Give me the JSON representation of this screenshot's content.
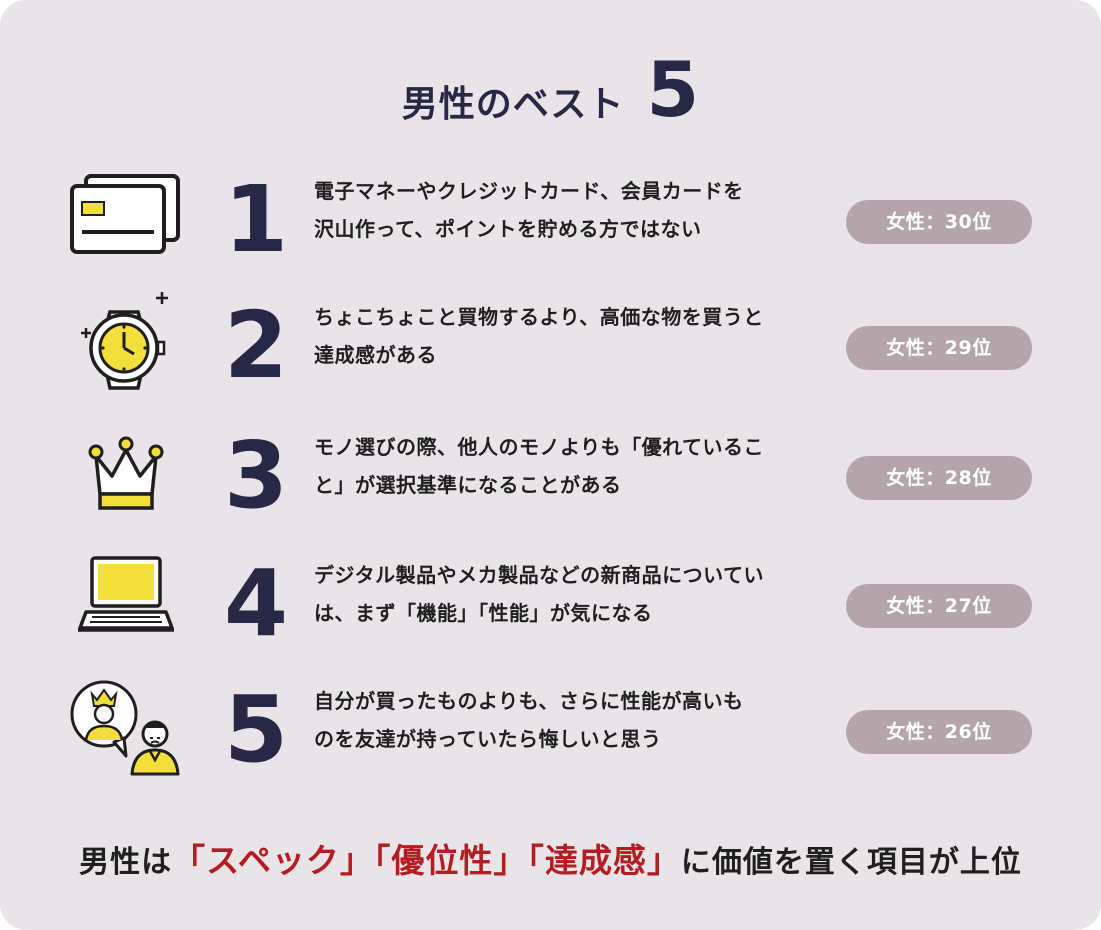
{
  "title": {
    "text": "男性のベスト",
    "number": "5"
  },
  "items": [
    {
      "rank": "1",
      "icon": "credit-card-icon",
      "line1": "電子マネーやクレジットカード、会員カードを",
      "line2": "沢山作って、ポイントを貯める方ではない",
      "badge": "女性：30位"
    },
    {
      "rank": "2",
      "icon": "wristwatch-icon",
      "line1": "ちょこちょこと買物するより、高価な物を買うと",
      "line2": "達成感がある",
      "badge": "女性：29位"
    },
    {
      "rank": "3",
      "icon": "crown-icon",
      "line1": "モノ選びの際、他人のモノよりも「優れているこ",
      "line2": "と」が選択基準になることがある",
      "badge": "女性：28位"
    },
    {
      "rank": "4",
      "icon": "laptop-icon",
      "line1": "デジタル製品やメカ製品などの新商品についてい",
      "line2": "は、まず「機能」「性能」が気になる",
      "badge": "女性：27位"
    },
    {
      "rank": "5",
      "icon": "envious-person-icon",
      "line1": "自分が買ったものよりも、さらに性能が高いも",
      "line2": "のを友達が持っていたら悔しいと思う",
      "badge": "女性：26位"
    }
  ],
  "summary": {
    "prefix": "男性は",
    "highlight1": "「スペック」",
    "highlight2": "「優位性」",
    "highlight3": "「達成感」",
    "suffix": "に価値を置く項目が上位"
  },
  "colors": {
    "background": "#e8e4e7",
    "navy": "#262845",
    "badge": "#b4a5ab",
    "accent_red": "#b31c21",
    "icon_yellow": "#f2df3b"
  }
}
